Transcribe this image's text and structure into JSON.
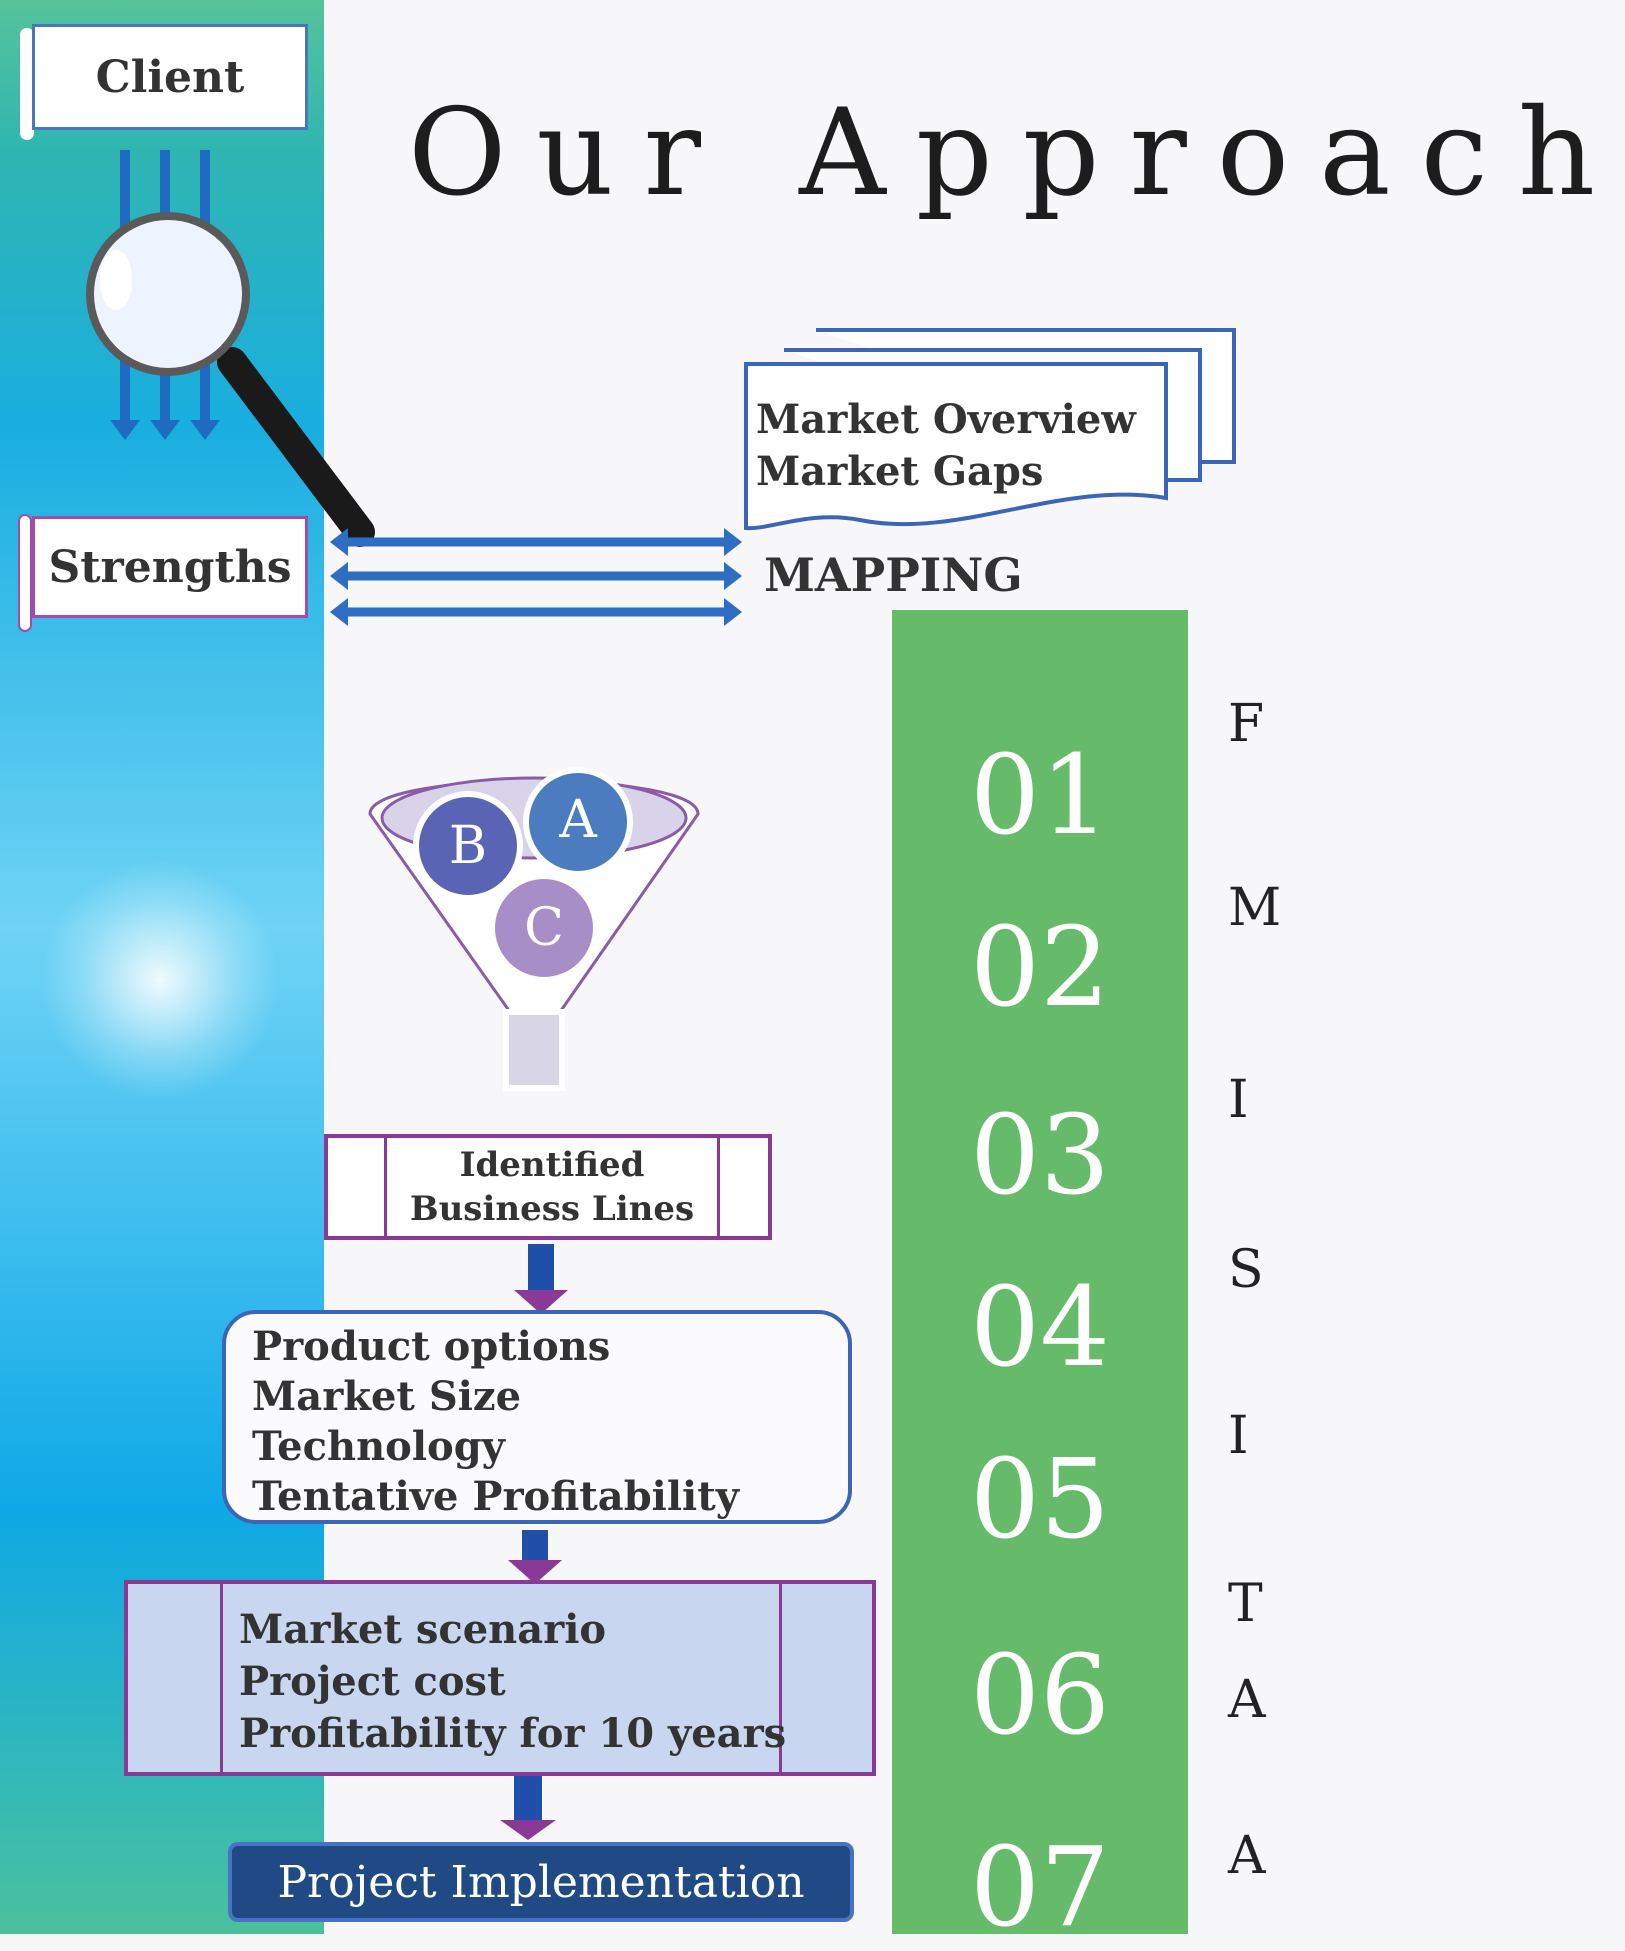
{
  "title": "Our Approach",
  "client_label": "Client",
  "strengths_label": "Strengths",
  "pages": {
    "line1": "Market Overview",
    "line2": "Market Gaps"
  },
  "mapping_label": "MAPPING",
  "funnel": {
    "a": "A",
    "b": "B",
    "c": "C"
  },
  "identified": {
    "line1": "Identified",
    "line2": "Business Lines"
  },
  "options": [
    "Product options",
    "Market Size",
    "Technology",
    "Tentative Profitability"
  ],
  "scenario": [
    "Market scenario",
    "Project cost",
    "Profitability for 10 years"
  ],
  "implementation_label": "Project Implementation",
  "steps": [
    {
      "num": "01",
      "letter": "F"
    },
    {
      "num": "02",
      "letter": "M"
    },
    {
      "num": "03",
      "letter": "I"
    },
    {
      "num": "04",
      "letter": "S"
    },
    {
      "num": "05",
      "letter": "I"
    },
    {
      "num": "06",
      "letter": "T",
      "letter2": "A"
    },
    {
      "num": "07",
      "letter": "A"
    }
  ],
  "colors": {
    "green": "#66bb6a",
    "navy": "#1f4a86",
    "blue": "#3b66b8",
    "purple": "#8a3a96"
  }
}
